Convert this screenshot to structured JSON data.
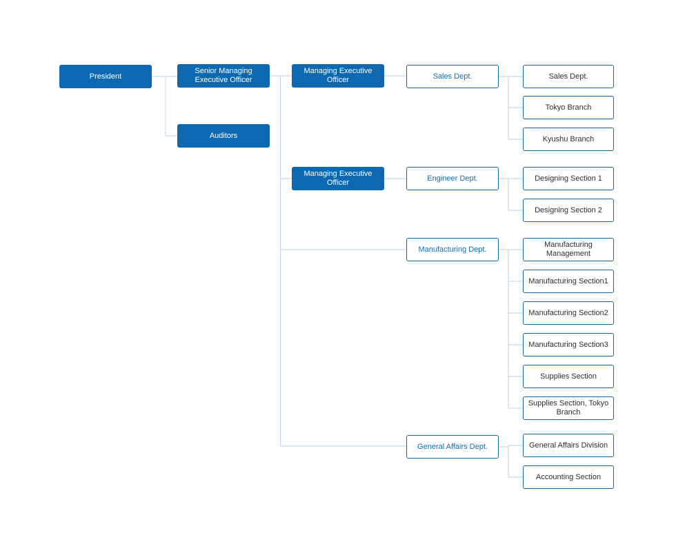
{
  "diagram": {
    "type": "org-chart",
    "colors": {
      "node_fill": "#0d68b2",
      "node_fill_text": "#ffffff",
      "node_border": "#0f67a8",
      "dept_text": "#0f6cb4",
      "section_text": "#2e2e2e",
      "connector": "#bed0e6",
      "background": "#ffffff"
    },
    "hierarchy": {
      "president": [
        "senior_managing_executive_officer",
        "auditors"
      ],
      "senior_managing_executive_officer": [
        "managing_executive_officer_1",
        "managing_executive_officer_2",
        "manufacturing_dept",
        "general_affairs_dept"
      ],
      "managing_executive_officer_1": [
        "sales_dept"
      ],
      "managing_executive_officer_2": [
        "engineer_dept"
      ],
      "sales_dept": [
        "sales_dept_section",
        "tokyo_branch",
        "kyushu_branch"
      ],
      "engineer_dept": [
        "designing_section_1",
        "designing_section_2"
      ],
      "manufacturing_dept": [
        "manufacturing_management",
        "manufacturing_section_1",
        "manufacturing_section_2",
        "manufacturing_section_3",
        "supplies_section",
        "supplies_section_tokyo_branch"
      ],
      "general_affairs_dept": [
        "general_affairs_division",
        "accounting_section"
      ]
    }
  },
  "nodes": {
    "president": {
      "label": "President"
    },
    "senior_managing_executive_officer": {
      "label": "Senior Managing Executive Officer"
    },
    "auditors": {
      "label": "Auditors"
    },
    "managing_executive_officer_1": {
      "label": "Managing Executive Officer"
    },
    "managing_executive_officer_2": {
      "label": "Managing Executive Officer"
    },
    "sales_dept": {
      "label": "Sales Dept."
    },
    "engineer_dept": {
      "label": "Engineer Dept."
    },
    "manufacturing_dept": {
      "label": "Manufacturing Dept."
    },
    "general_affairs_dept": {
      "label": "General Affairs Dept."
    },
    "sales_dept_section": {
      "label": "Sales Dept."
    },
    "tokyo_branch": {
      "label": "Tokyo Branch"
    },
    "kyushu_branch": {
      "label": "Kyushu Branch"
    },
    "designing_section_1": {
      "label": "Designing Section 1"
    },
    "designing_section_2": {
      "label": "Designing Section 2"
    },
    "manufacturing_management": {
      "label": "Manufacturing Management"
    },
    "manufacturing_section_1": {
      "label": "Manufacturing Section1"
    },
    "manufacturing_section_2": {
      "label": "Manufacturing Section2"
    },
    "manufacturing_section_3": {
      "label": "Manufacturing Section3"
    },
    "supplies_section": {
      "label": "Supplies Section"
    },
    "supplies_section_tokyo_branch": {
      "label": "Supplies Section, Tokyo Branch"
    },
    "general_affairs_division": {
      "label": "General Affairs Division"
    },
    "accounting_section": {
      "label": "Accounting Section"
    }
  }
}
